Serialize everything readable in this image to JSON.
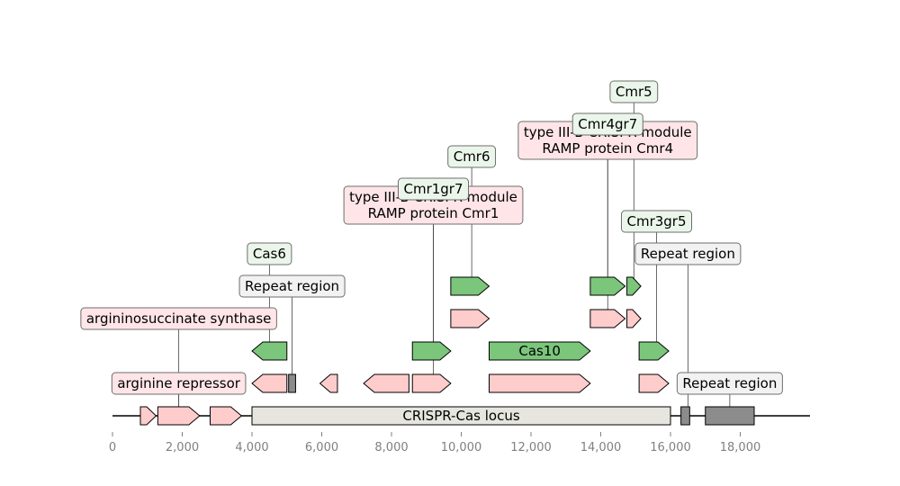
{
  "axis": {
    "start": 0,
    "end": 20000,
    "ticks": [
      {
        "value": 0,
        "label": "0"
      },
      {
        "value": 2000,
        "label": "2,000"
      },
      {
        "value": 4000,
        "label": "4,000"
      },
      {
        "value": 6000,
        "label": "6,000"
      },
      {
        "value": 8000,
        "label": "8,000"
      },
      {
        "value": 10000,
        "label": "10,000"
      },
      {
        "value": 12000,
        "label": "12,000"
      },
      {
        "value": 14000,
        "label": "14,000"
      },
      {
        "value": 16000,
        "label": "16,000"
      },
      {
        "value": 18000,
        "label": "18,000"
      }
    ]
  },
  "colors": {
    "gene_pink": "#ffcccc",
    "gene_green": "#7bc67b",
    "locus_fill": "#e6e6df",
    "repeat_fill": "#8c8c8c",
    "label_green_fill": "#ebf6eb",
    "label_pink_fill": "#ffe5e8",
    "label_grey_fill": "#f2f2f2"
  },
  "features": [
    {
      "track": 0,
      "start": 800,
      "end": 1250,
      "strand": 1,
      "color": "gene_pink"
    },
    {
      "track": 0,
      "start": 1300,
      "end": 2500,
      "strand": 1,
      "color": "gene_pink"
    },
    {
      "track": 0,
      "start": 2800,
      "end": 3700,
      "strand": 1,
      "color": "gene_pink"
    },
    {
      "track": 0,
      "start": 4000,
      "end": 16000,
      "strand": 0,
      "color": "locus_fill",
      "label": "CRISPR-Cas locus"
    },
    {
      "track": 0,
      "start": 16300,
      "end": 16550,
      "strand": 0,
      "color": "repeat_fill"
    },
    {
      "track": 0,
      "start": 17000,
      "end": 18400,
      "strand": 0,
      "color": "repeat_fill"
    },
    {
      "track": 1,
      "start": 4000,
      "end": 5000,
      "strand": -1,
      "color": "gene_pink"
    },
    {
      "track": 1,
      "start": 5050,
      "end": 5250,
      "strand": 0,
      "color": "repeat_fill"
    },
    {
      "track": 1,
      "start": 5950,
      "end": 6450,
      "strand": -1,
      "color": "gene_pink"
    },
    {
      "track": 1,
      "start": 7200,
      "end": 8500,
      "strand": -1,
      "color": "gene_pink"
    },
    {
      "track": 1,
      "start": 8600,
      "end": 9700,
      "strand": 1,
      "color": "gene_pink"
    },
    {
      "track": 1,
      "start": 10800,
      "end": 13700,
      "strand": 1,
      "color": "gene_pink"
    },
    {
      "track": 1,
      "start": 15100,
      "end": 15950,
      "strand": 1,
      "color": "gene_pink"
    },
    {
      "track": 2,
      "start": 4000,
      "end": 5000,
      "strand": -1,
      "color": "gene_green"
    },
    {
      "track": 2,
      "start": 8600,
      "end": 9700,
      "strand": 1,
      "color": "gene_green"
    },
    {
      "track": 2,
      "start": 10800,
      "end": 13700,
      "strand": 1,
      "color": "gene_green",
      "label": "Cas10"
    },
    {
      "track": 2,
      "start": 15100,
      "end": 15950,
      "strand": 1,
      "color": "gene_green"
    },
    {
      "track": 3,
      "start": 9700,
      "end": 10800,
      "strand": 1,
      "color": "gene_pink"
    },
    {
      "track": 3,
      "start": 13700,
      "end": 14700,
      "strand": 1,
      "color": "gene_pink"
    },
    {
      "track": 3,
      "start": 14750,
      "end": 15150,
      "strand": 1,
      "color": "gene_pink"
    },
    {
      "track": 4,
      "start": 9700,
      "end": 10800,
      "strand": 1,
      "color": "gene_green"
    },
    {
      "track": 4,
      "start": 13700,
      "end": 14700,
      "strand": 1,
      "color": "gene_green"
    },
    {
      "track": 4,
      "start": 14750,
      "end": 15150,
      "strand": 1,
      "color": "gene_green"
    }
  ],
  "labels": [
    {
      "text": "arginine repressor",
      "anchor": 1900,
      "feature_track": 0,
      "level": 1,
      "fill": "label_pink_fill"
    },
    {
      "text": "Repeat region",
      "anchor": 17700,
      "feature_track": 0,
      "level": 1,
      "fill": "label_grey_fill"
    },
    {
      "text": "argininosuccinate synthase",
      "anchor": 1900,
      "feature_track": 0,
      "level": 3,
      "fill": "label_pink_fill"
    },
    {
      "text": "Repeat region",
      "anchor": 5150,
      "feature_track": 1,
      "level": 4,
      "fill": "label_grey_fill"
    },
    {
      "text": "Cas6",
      "anchor": 4500,
      "feature_track": 2,
      "level": 5,
      "fill": "label_green_fill"
    },
    {
      "text": "Repeat region",
      "anchor": 16500,
      "feature_track": 0,
      "level": 5,
      "fill": "label_grey_fill"
    },
    {
      "text": "Cmr3gr5",
      "anchor": 15600,
      "feature_track": 2,
      "level": 6,
      "fill": "label_green_fill"
    },
    {
      "text": "type III-B CRISPR module\nRAMP protein Cmr1",
      "anchor": 9200,
      "feature_track": 1,
      "level": 6.5,
      "fill": "label_pink_fill"
    },
    {
      "text": "Cmr1gr7",
      "anchor": 9200,
      "feature_track": 2,
      "level": 7,
      "fill": "label_green_fill"
    },
    {
      "text": "Cmr6",
      "anchor": 10300,
      "feature_track": 4,
      "level": 8,
      "fill": "label_green_fill"
    },
    {
      "text": "type III-B CRISPR module\nRAMP protein Cmr4",
      "anchor": 14200,
      "feature_track": 3,
      "level": 8.5,
      "fill": "label_pink_fill"
    },
    {
      "text": "Cmr4gr7",
      "anchor": 14200,
      "feature_track": 4,
      "level": 9,
      "fill": "label_green_fill"
    },
    {
      "text": "Cmr5",
      "anchor": 14950,
      "feature_track": 4,
      "level": 10,
      "fill": "label_green_fill"
    }
  ]
}
